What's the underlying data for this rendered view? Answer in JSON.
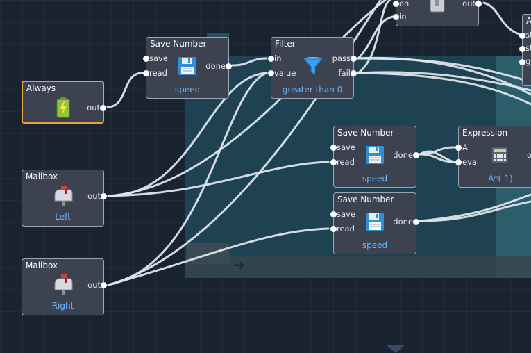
{
  "nodes": {
    "top_switch": {
      "ports": {
        "on": "on",
        "in": "in",
        "out": "out"
      }
    },
    "top_right": {
      "title": "A",
      "ports": {
        "p1": "st",
        "p2": "st",
        "p3": "go"
      }
    },
    "always": {
      "title": "Always",
      "ports": {
        "out": "out"
      }
    },
    "save_number_1": {
      "title": "Save Number",
      "ports": {
        "save": "save",
        "read": "read",
        "done": "done"
      },
      "subtitle": "speed"
    },
    "filter": {
      "title": "Filter",
      "ports": {
        "in": "in",
        "value": "value",
        "pass": "pass",
        "fail": "fail"
      },
      "subtitle": "greater than 0"
    },
    "save_number_2": {
      "title": "Save Number",
      "ports": {
        "save": "save",
        "read": "read",
        "done": "done"
      },
      "subtitle": "speed"
    },
    "expression": {
      "title": "Expression",
      "ports": {
        "a": "A",
        "eval": "eval",
        "out": "o"
      },
      "subtitle": "A*(-1)"
    },
    "mailbox_left": {
      "title": "Mailbox",
      "ports": {
        "out": "out"
      },
      "subtitle": "Left"
    },
    "save_number_3": {
      "title": "Save Number",
      "ports": {
        "save": "save",
        "read": "read",
        "done": "done"
      },
      "subtitle": "speed"
    },
    "mailbox_right": {
      "title": "Mailbox",
      "ports": {
        "out": "out"
      },
      "subtitle": "Right"
    }
  },
  "colors": {
    "canvas": "#1a2330",
    "node_body": "#3c4250",
    "node_border": "#9aa4b4",
    "selected_border": "#e8a23a",
    "subtitle": "#69b7ff",
    "wire": "#dfe4ea"
  },
  "icons": {
    "always": "battery-icon",
    "save_number": "floppy-disk-icon",
    "filter": "funnel-icon",
    "expression": "calculator-icon",
    "mailbox": "mailbox-icon",
    "switch": "switch-icon"
  }
}
